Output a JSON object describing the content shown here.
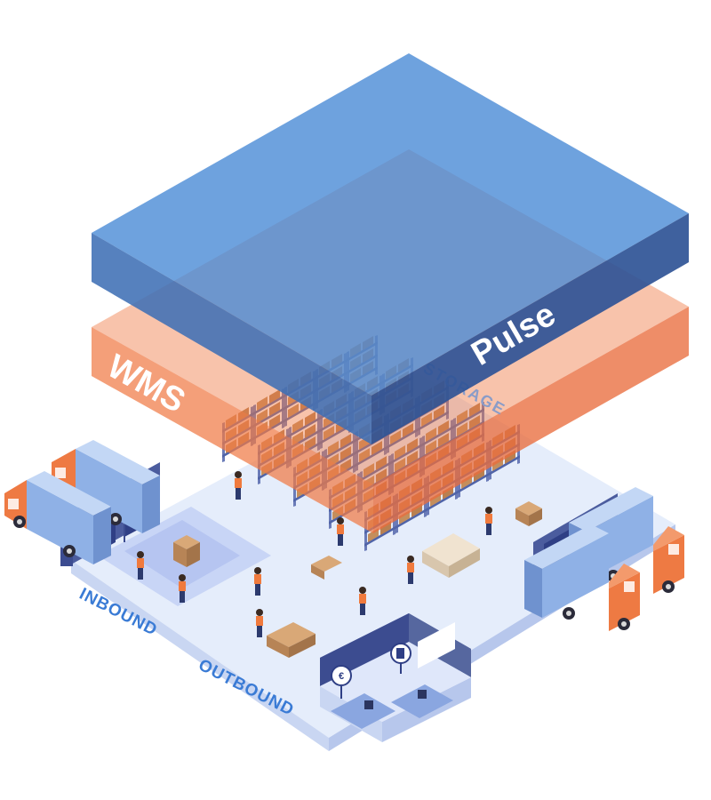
{
  "layers": {
    "pulse": {
      "label": "Pulse",
      "color": "#4a8bd6"
    },
    "wms": {
      "label": "WMS",
      "color": "#f08a5d"
    }
  },
  "zones": {
    "storage": "STORAGE",
    "inbound": "INBOUND",
    "outbound": "OUTBOUND"
  },
  "icons": {
    "inbound_sign": "check-sign-icon",
    "office_sign_left": "euro-sign-icon",
    "office_sign_right": "invoice-sign-icon"
  },
  "colors": {
    "floor": "#e3ebfb",
    "wall": "#4a5a9c",
    "truck_body": "#a8c6f0",
    "truck_cab": "#f0763f",
    "box": "#c89868",
    "zone_text": "#3a7bd5"
  }
}
